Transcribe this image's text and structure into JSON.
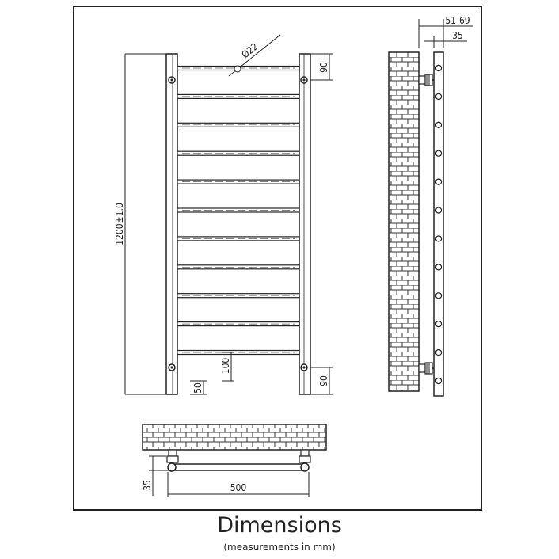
{
  "title": "Dimensions",
  "subtitle": "(measurements in mm)",
  "dimensions": {
    "height": "1200±1.0",
    "tube_diameter": "Ø22",
    "top_offset": "90",
    "bottom_offset": "90",
    "rail_spacing": "100",
    "bottom_rail": "50",
    "wall_gap_range": "51-69",
    "side_depth": "35",
    "width": "500",
    "plan_depth": "35"
  },
  "rail_count": 11,
  "side_hole_count": 12
}
